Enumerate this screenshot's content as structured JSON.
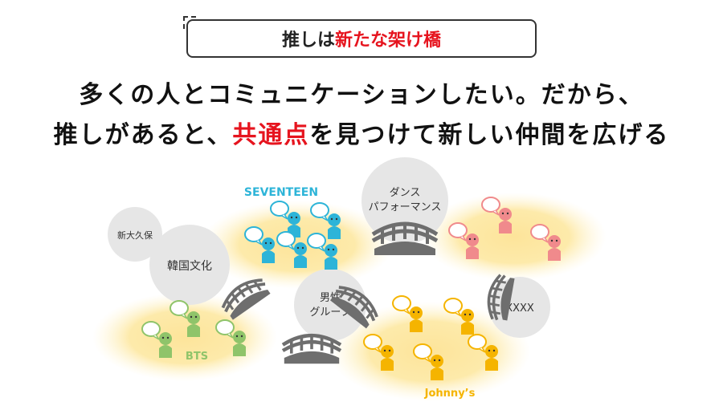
{
  "title": {
    "prefix": "推しは",
    "highlight": "新たな架け橋"
  },
  "heading": {
    "line1": "多くの人とコミュニケーションしたい。だから、",
    "line2_prefix": "推しがあると、",
    "line2_highlight": "共通点",
    "line2_suffix": "を見つけて新しい仲間を広げる"
  },
  "colors": {
    "accent_red": "#e6141e",
    "blue": "#2db4d8",
    "pink": "#f08a8c",
    "green": "#8fc46a",
    "orange": "#f5b400",
    "glow": "#fde9a6",
    "bridge": "#6e6e6e",
    "bubble_gray": "#dcdcdc"
  },
  "groups": [
    {
      "name": "SEVENTEEN",
      "color": "blue"
    },
    {
      "name": "",
      "color": "pink"
    },
    {
      "name": "BTS",
      "color": "green"
    },
    {
      "name": "Johnny’s",
      "color": "orange"
    }
  ],
  "topics": [
    {
      "label": "新大久保"
    },
    {
      "label": "韓国文化"
    },
    {
      "label": "ダンス\nパフォーマンス"
    },
    {
      "label": "男性\nグループ"
    },
    {
      "label": "XXXX"
    }
  ]
}
